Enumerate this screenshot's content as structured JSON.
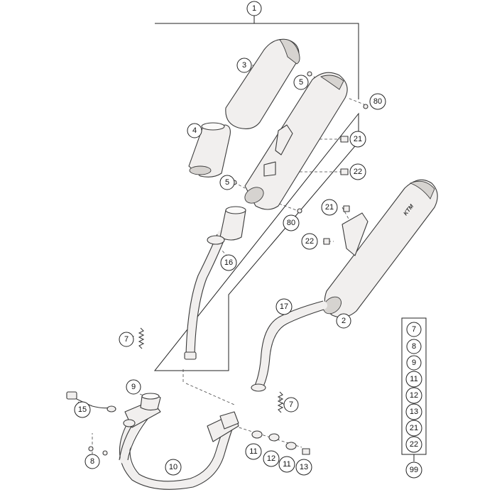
{
  "callouts": {
    "c1": "1",
    "c2": "2",
    "c3": "3",
    "c4": "4",
    "c5a": "5",
    "c5b": "5",
    "c7a": "7",
    "c7b": "7",
    "c8": "8",
    "c9": "9",
    "c10": "10",
    "c11a": "11",
    "c11b": "11",
    "c12": "12",
    "c13": "13",
    "c15": "15",
    "c16": "16",
    "c17": "17",
    "c21a": "21",
    "c21b": "21",
    "c22a": "22",
    "c22b": "22",
    "c80a": "80",
    "c80b": "80"
  },
  "kit": {
    "items": [
      "7",
      "8",
      "9",
      "11",
      "12",
      "13",
      "21",
      "22"
    ],
    "total": "99"
  },
  "muffler_logo": "KTM"
}
